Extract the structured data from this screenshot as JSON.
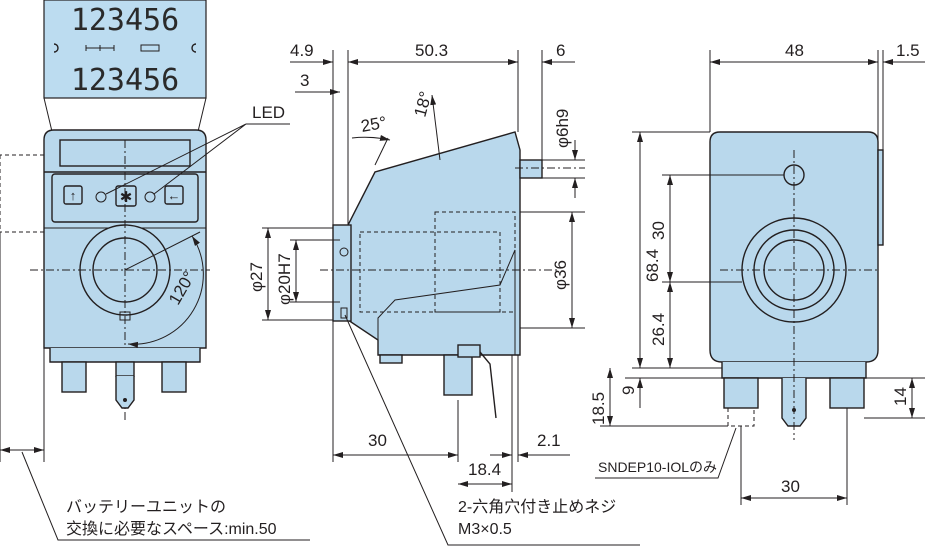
{
  "front_view": {
    "display_top": "123456",
    "display_bottom": "123456",
    "led_label": "LED",
    "buttons": {
      "up": "↑",
      "set": "✱",
      "enter": "←"
    },
    "angle_120": "120°"
  },
  "side_view": {
    "dim_4_9": "4.9",
    "dim_50_3": "50.3",
    "dim_6": "6",
    "dim_3": "3",
    "angle_25": "25°",
    "angle_18": "18°",
    "dim_phi6h9": "φ6h9",
    "dim_phi27": "φ27",
    "dim_phi20h7": "φ20H7",
    "dim_phi36": "φ36",
    "dim_30": "30",
    "dim_2_1": "2.1",
    "dim_18_4": "18.4"
  },
  "rear_view": {
    "dim_48": "48",
    "dim_1_5": "1.5",
    "dim_68_4": "68.4",
    "dim_30_v": "30",
    "dim_26_4": "26.4",
    "dim_18_5": "18.5",
    "dim_9": "9",
    "dim_14": "14",
    "dim_30_h": "30",
    "model_note": "SNDEP10-IOLのみ"
  },
  "notes": {
    "battery_line1": "バッテリーユニットの",
    "battery_line2": "交換に必要なスペース:min.50",
    "screw_line1": "2-六角穴付き止めネジ",
    "screw_line2": "M3×0.5"
  }
}
